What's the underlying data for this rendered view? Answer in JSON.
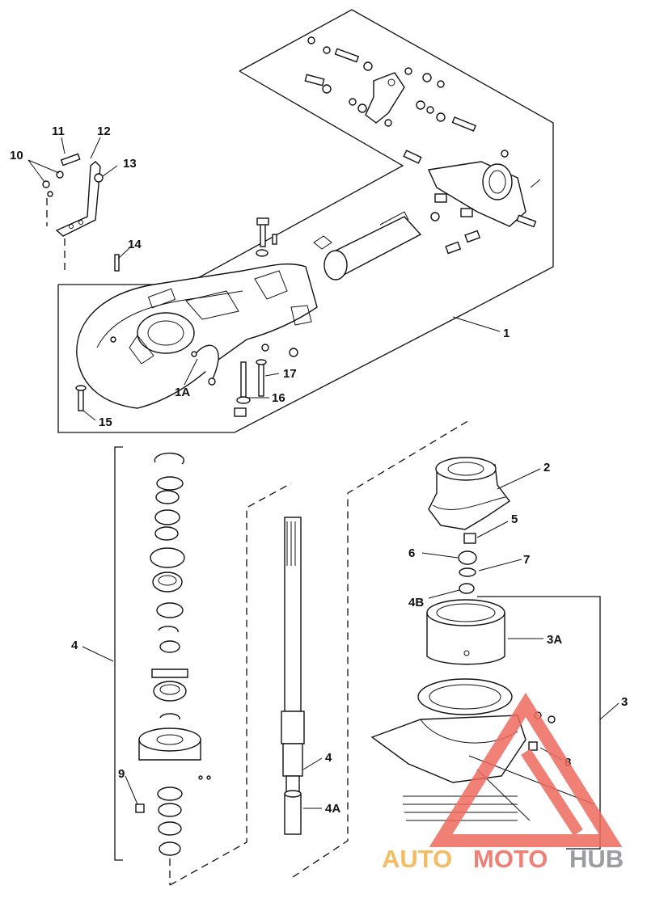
{
  "callouts": [
    {
      "id": "11",
      "label": "11"
    },
    {
      "id": "12",
      "label": "12"
    },
    {
      "id": "10",
      "label": "10"
    },
    {
      "id": "13",
      "label": "13"
    },
    {
      "id": "14",
      "label": "14"
    },
    {
      "id": "1",
      "label": "1"
    },
    {
      "id": "17",
      "label": "17"
    },
    {
      "id": "1A",
      "label": "1A"
    },
    {
      "id": "16",
      "label": "16"
    },
    {
      "id": "15",
      "label": "15"
    },
    {
      "id": "2",
      "label": "2"
    },
    {
      "id": "5",
      "label": "5"
    },
    {
      "id": "6",
      "label": "6"
    },
    {
      "id": "7",
      "label": "7"
    },
    {
      "id": "4B",
      "label": "4B"
    },
    {
      "id": "3A",
      "label": "3A"
    },
    {
      "id": "4-left",
      "label": "4"
    },
    {
      "id": "3",
      "label": "3"
    },
    {
      "id": "4-shaft",
      "label": "4"
    },
    {
      "id": "8",
      "label": "8"
    },
    {
      "id": "9",
      "label": "9"
    },
    {
      "id": "4A",
      "label": "4A"
    }
  ],
  "watermark": {
    "part1": "AUTO",
    "part2": "MOTO",
    "part3": "HUB",
    "colors": {
      "auto": "#f0b24a",
      "moto": "#ee6a5e",
      "hub": "#8a8d91",
      "triangle": "#ee6a5e"
    }
  }
}
